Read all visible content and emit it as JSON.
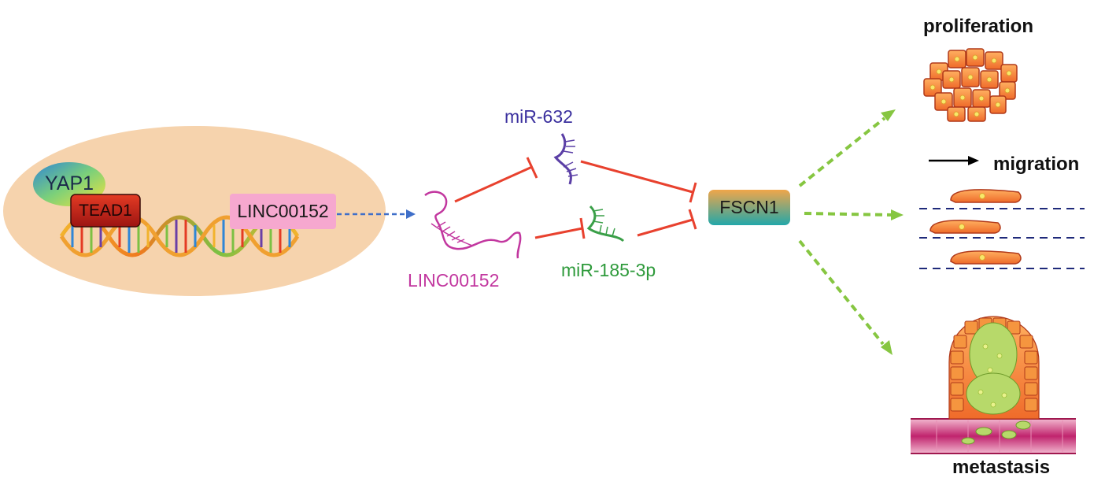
{
  "nucleus": {
    "yap1": "YAP1",
    "tead1": "TEAD1",
    "gene": "LINC00152"
  },
  "rna": {
    "linc": "LINC00152",
    "mir632": "miR-632",
    "mir185": "miR-185-3p"
  },
  "target": "FSCN1",
  "outcomes": {
    "proliferation": "proliferation",
    "migration": "migration",
    "metastasis": "metastasis"
  },
  "colors": {
    "nucleus": "#f6d3ad",
    "inhibit": "#e8412e",
    "activate": "#86c641",
    "linc": "#c2379f",
    "mir632": "#5b3fa6",
    "mir185": "#3a9f48",
    "fscn1_top": "#f0a64a",
    "fscn1_bottom": "#2aa7a6"
  }
}
